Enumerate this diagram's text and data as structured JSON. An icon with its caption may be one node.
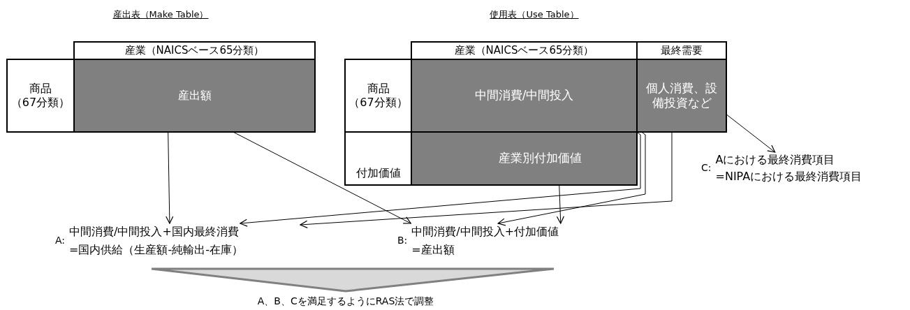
{
  "diagram": {
    "nodes": [
      {
        "text": [
          "産業（NAICSベース65分類）"
        ]
      },
      {
        "text": [
          "商品",
          "（67分類）"
        ]
      },
      {
        "text": [
          "産出額"
        ]
      },
      {
        "text": [
          "産業（NAICSベース65分類）"
        ]
      },
      {
        "text": [
          "最終需要"
        ]
      },
      {
        "text": [
          "商品",
          "（67分類）"
        ]
      },
      {
        "text": [
          "中間消費/中間投入"
        ]
      },
      {
        "text": [
          "個人消費、設備投資など"
        ]
      },
      {
        "text": [
          "付加価値"
        ]
      },
      {
        "text": [
          "産業別付加価値"
        ]
      },
      {
        "text": [
          "C:",
          "Aにおける最終消費項目",
          "=NIPAにおける最終消費項目"
        ]
      },
      {
        "text": [
          "A:",
          "中間消費/中間投入+国内最終消費",
          "=国内供給（生産額-純輸出-在庫）"
        ]
      },
      {
        "text": [
          "B:",
          "中間消費/中間投入+付加価値",
          "=産出額"
        ]
      }
    ],
    "edges": [
      {
        "from": 2,
        "to": 11,
        "arrow": "to"
      },
      {
        "from": 2,
        "to": 12,
        "arrow": "to"
      },
      {
        "from": 6,
        "to": 11,
        "arrow": "to"
      },
      {
        "from": 6,
        "to": 12,
        "arrow": "to"
      },
      {
        "from": 7,
        "to": 11,
        "arrow": "to"
      },
      {
        "from": 7,
        "to": 10,
        "arrow": "to"
      },
      {
        "from": 9,
        "to": 12,
        "arrow": "to"
      }
    ],
    "labels": [
      "産出表（Make Table）",
      "使用表（Use Table）",
      "A、B、Cを満足するようにRAS法で調整"
    ]
  }
}
